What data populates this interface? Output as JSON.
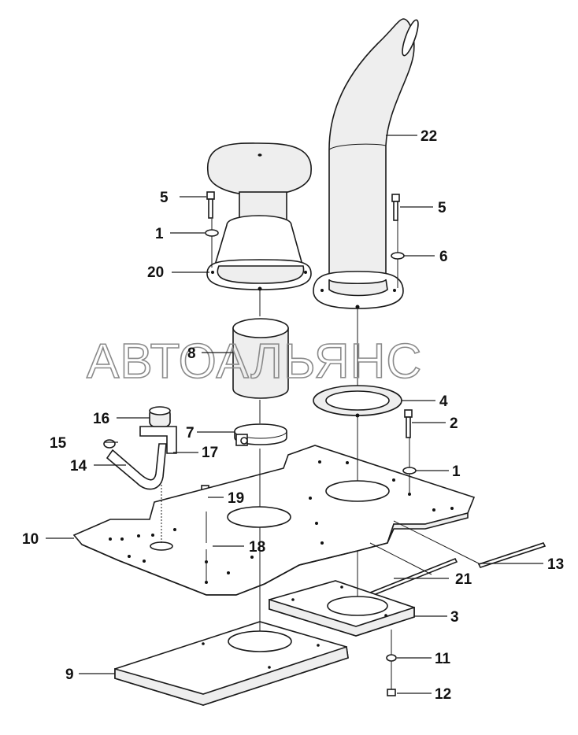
{
  "watermark": "АВТОАЛЬЯНС",
  "callouts": {
    "c1a": "1",
    "c1b": "1",
    "c2": "2",
    "c3": "3",
    "c4": "4",
    "c5a": "5",
    "c5b": "5",
    "c6": "6",
    "c7": "7",
    "c8": "8",
    "c9": "9",
    "c10": "10",
    "c11": "11",
    "c12": "12",
    "c13": "13",
    "c14": "14",
    "c15": "15",
    "c16": "16",
    "c17": "17",
    "c18": "18",
    "c19": "19",
    "c20": "20",
    "c21": "21",
    "c22": "22"
  }
}
